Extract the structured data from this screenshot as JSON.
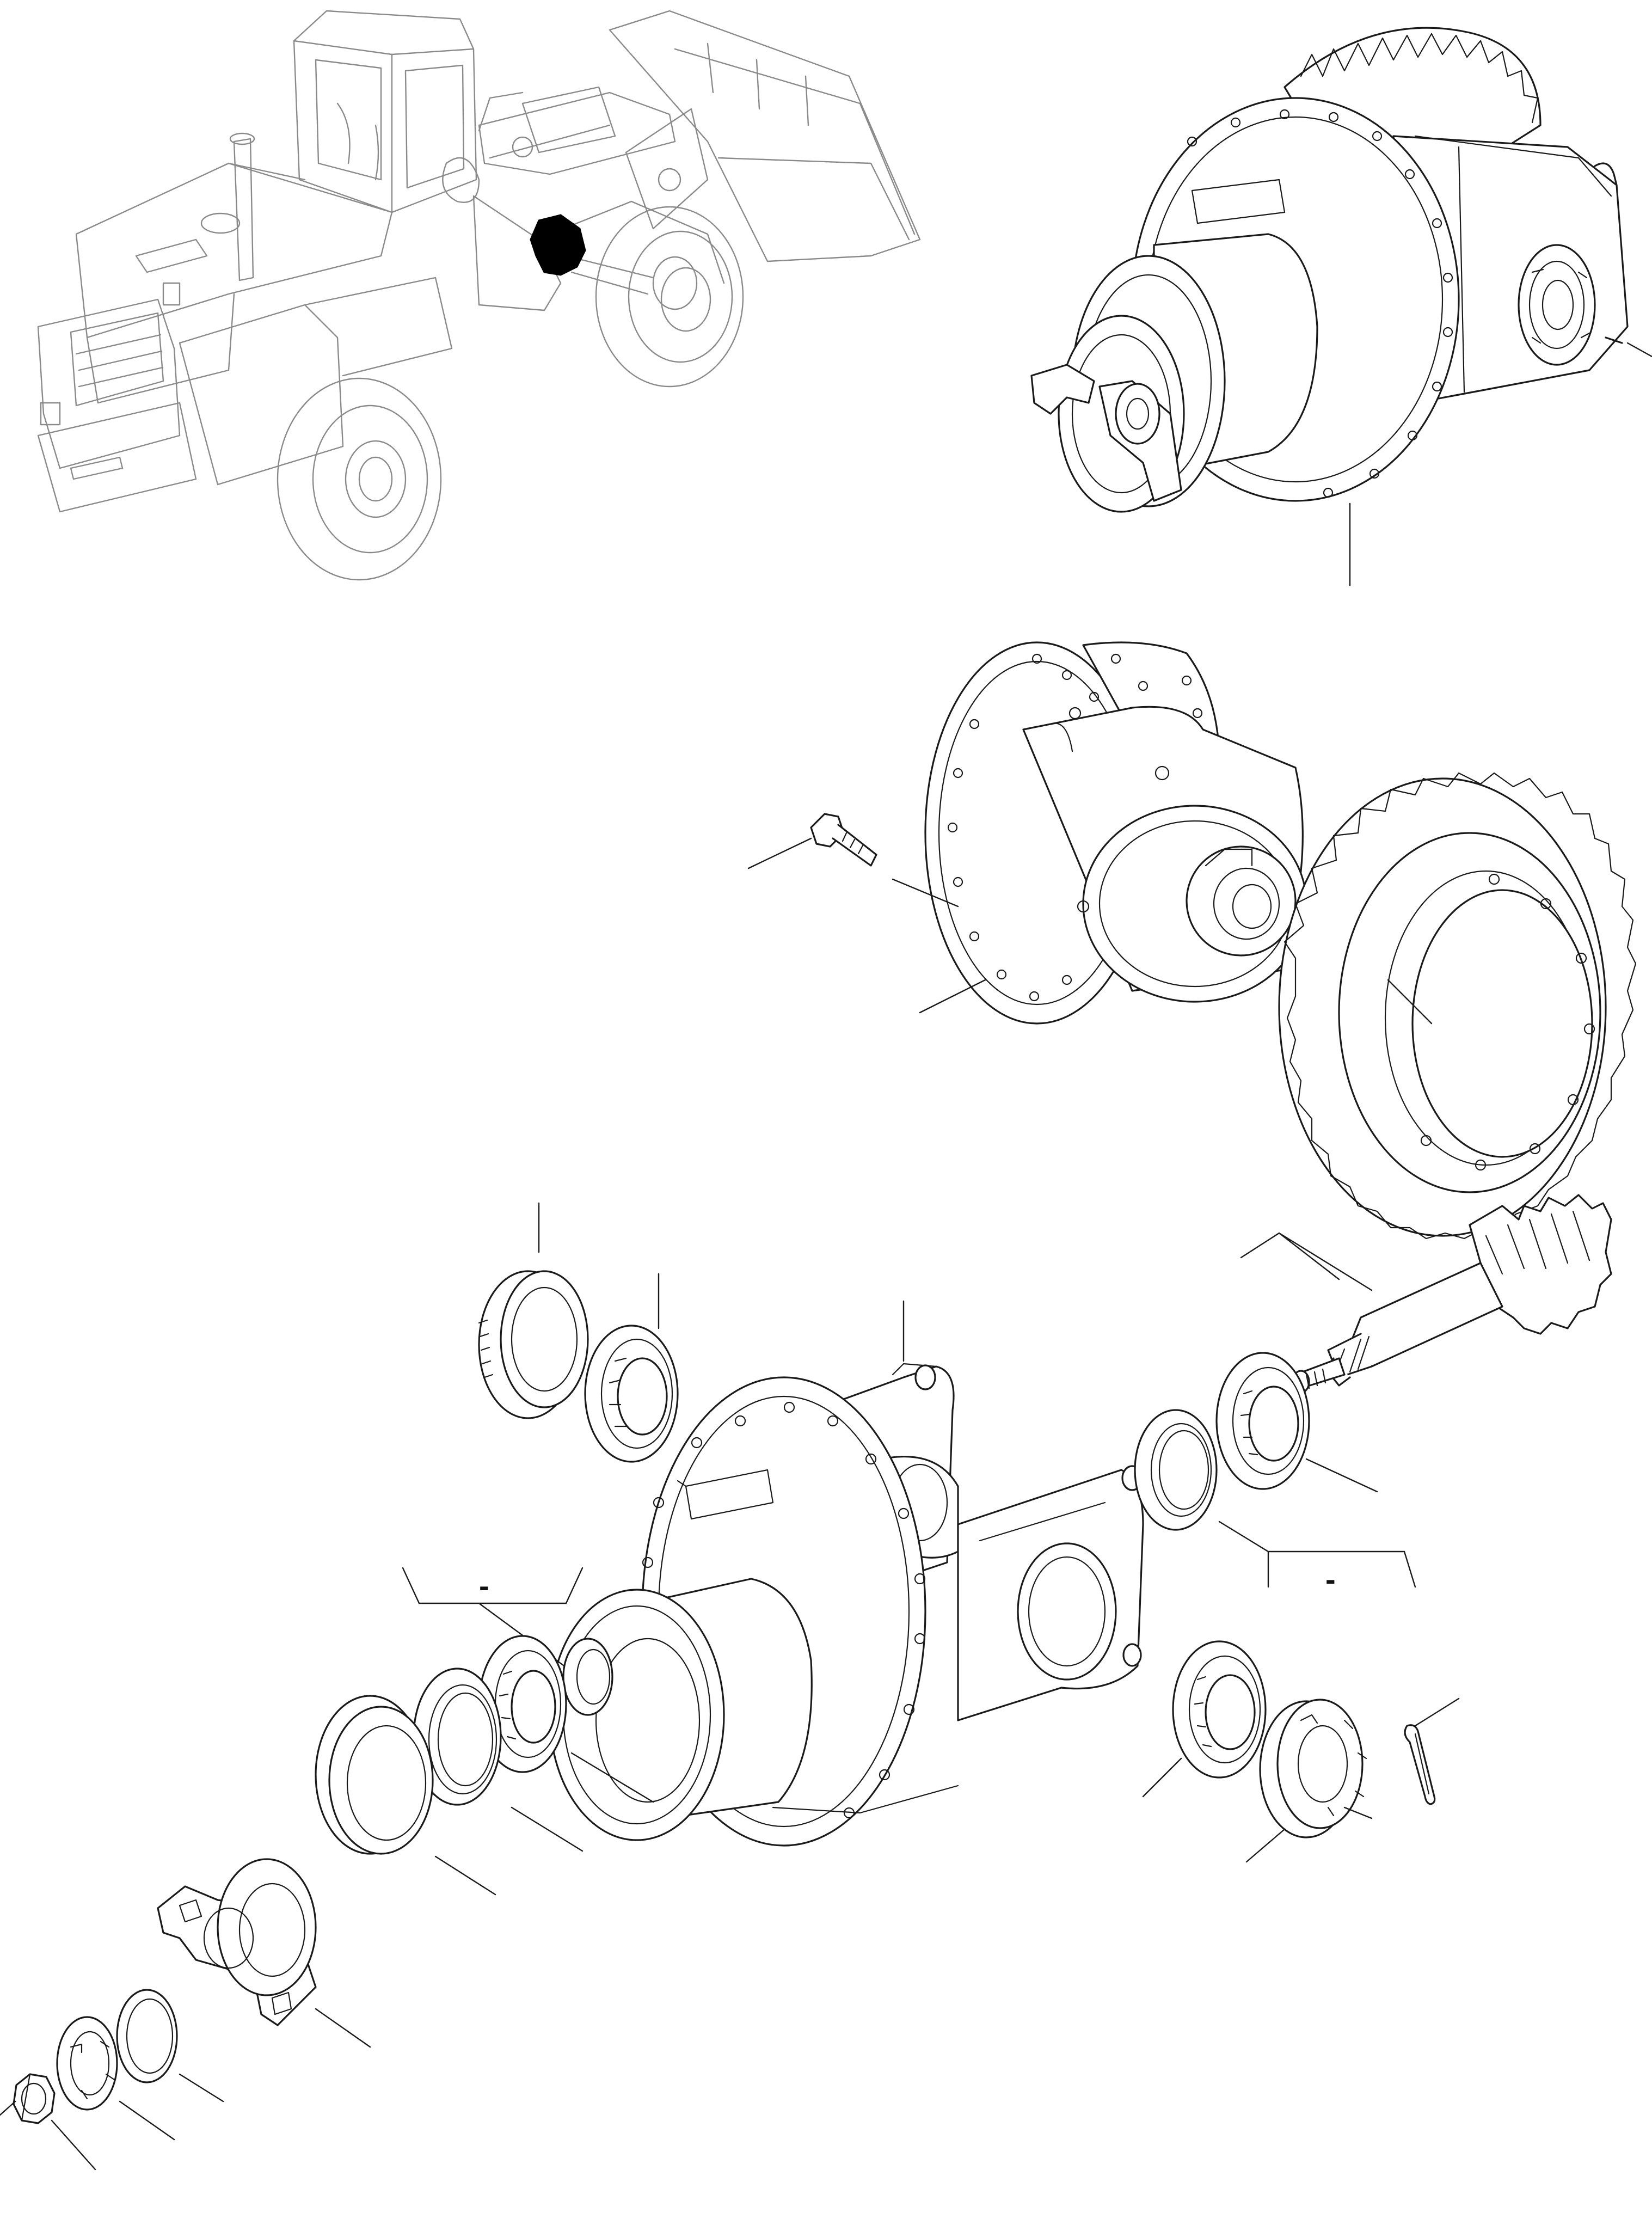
{
  "diagram": {
    "type": "exploded-parts-drawing",
    "line_color": "#1a1a1a",
    "background": "#ffffff",
    "overview_line_color": "#8a8a8a",
    "highlight_color": "#000000",
    "range_markers": [
      {
        "id": "left-bracket",
        "text": "-"
      },
      {
        "id": "right-bracket",
        "text": "-"
      }
    ]
  }
}
